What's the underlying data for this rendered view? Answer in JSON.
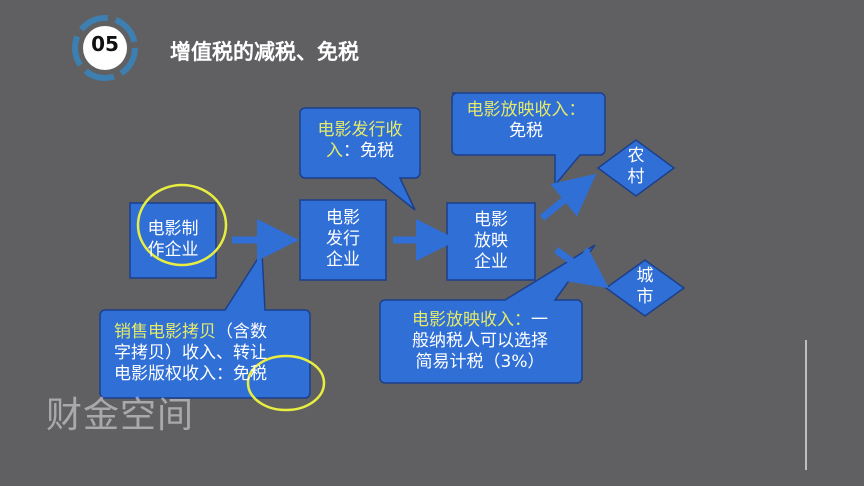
{
  "header": {
    "number": "05",
    "title": "增值税的减税、免税"
  },
  "nodes": {
    "producer": [
      "电影制",
      "作企业"
    ],
    "distributor": [
      "电影",
      "发行",
      "企业"
    ],
    "exhibitor": [
      "电影",
      "放映",
      "企业"
    ],
    "rural": [
      "农",
      "村"
    ],
    "urban": [
      "城",
      "市"
    ]
  },
  "callouts": {
    "distribution": {
      "highlight1": "电影发行收",
      "highlight2": "入",
      "text": "：免税"
    },
    "rural_exhibition": {
      "highlight": "电影放映收入：",
      "text": "免税"
    },
    "copy_sales": {
      "highlight": "销售电影拷贝",
      "line1": "（含数",
      "line2": "字拷贝）收入、转让",
      "line3": "电影版权收入：",
      "tax": "免税"
    },
    "urban_exhibition": {
      "highlight": "电影放映收入：",
      "line1": "一",
      "line2": "般纳税人可以选择",
      "line3": "简易计税（3%）"
    }
  },
  "watermark": "财金空间",
  "colors": {
    "background": "#606063",
    "box": "#2f6fd6",
    "highlight": "#e4ea6a",
    "annotation": "#e8ee40"
  }
}
